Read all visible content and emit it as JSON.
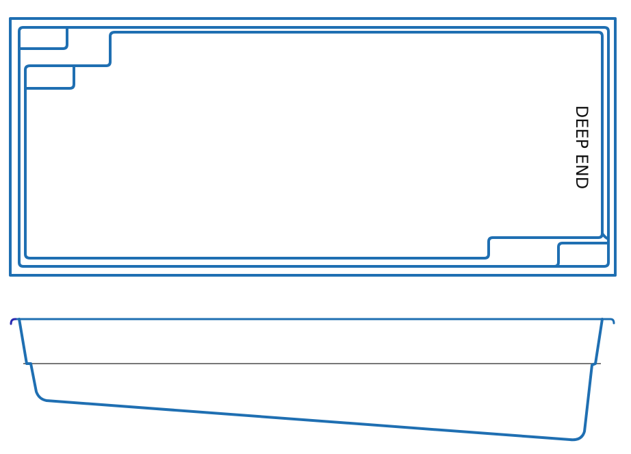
{
  "diagram": {
    "type": "pool-plan-and-profile",
    "colors": {
      "outline": "#1f6fb2",
      "waterline": "#777777",
      "lip_accent": "#2a2ab0",
      "label": "#111111",
      "background": "#ffffff"
    },
    "plan_view": {
      "label": "DEEP END",
      "label_orientation": "vertical-rotated-90",
      "features": [
        "outer-coping",
        "inner-wall",
        "shallow-end-steps",
        "deep-end-bench"
      ]
    },
    "profile_view": {
      "features": [
        "coping-lip-left",
        "coping-lip-right",
        "waterline",
        "sloped-floor"
      ]
    }
  }
}
